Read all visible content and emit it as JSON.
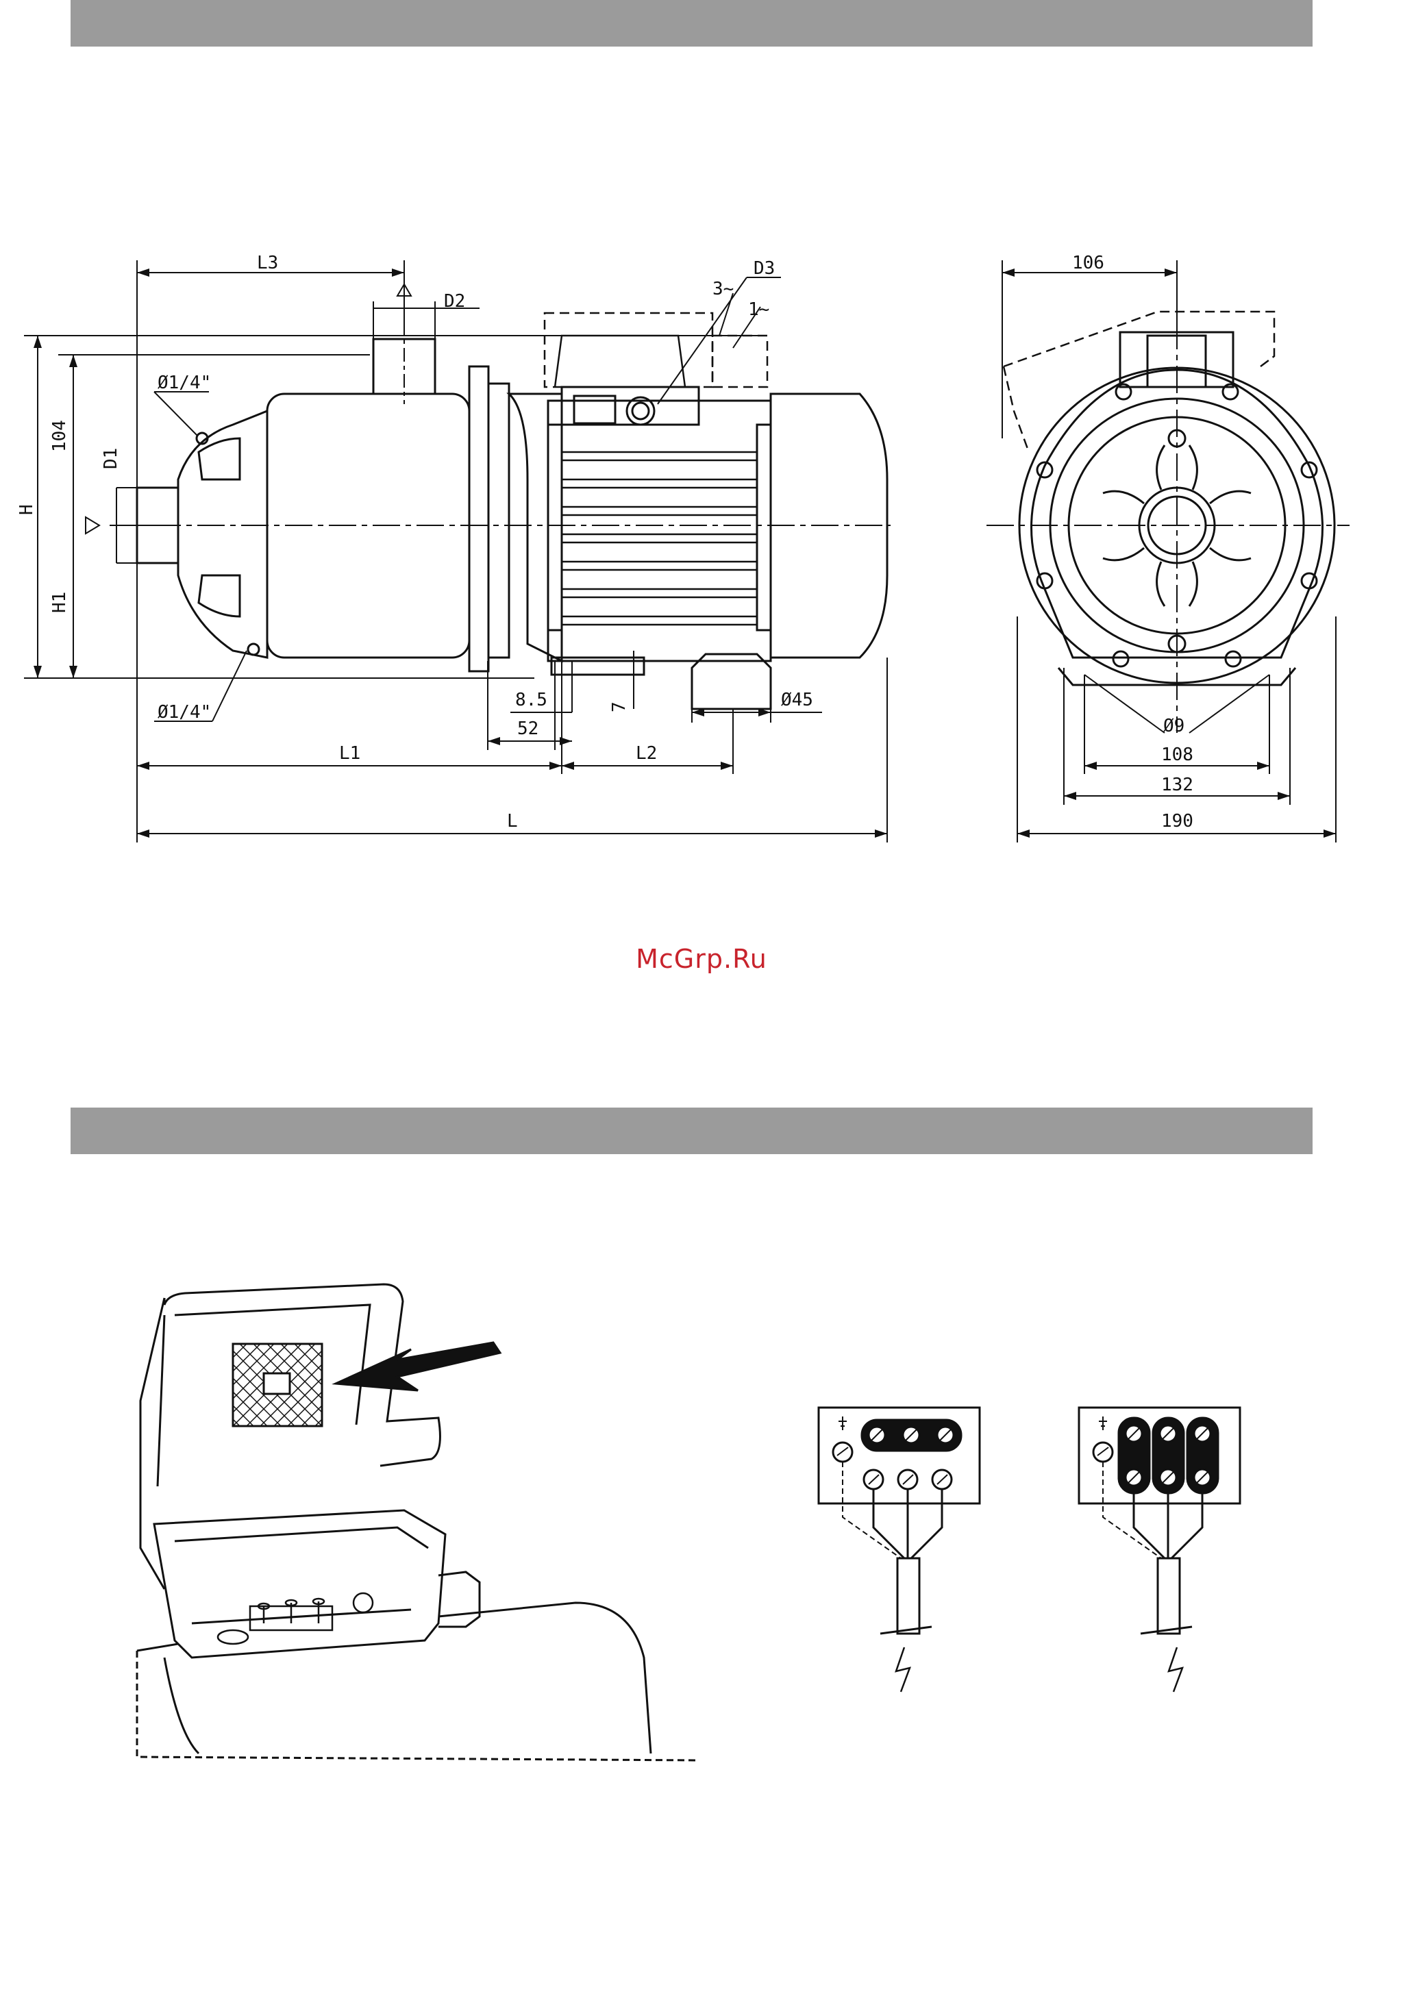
{
  "watermark": "McGrp.Ru",
  "side_view": {
    "labels": {
      "L3": "L3",
      "D2": "D2",
      "D3": "D3",
      "three_phase": "3~",
      "one_phase": "1~",
      "port_top": "Ø1/4\"",
      "port_bottom": "Ø1/4\"",
      "dim_104": "104",
      "D1": "D1",
      "H": "H",
      "H1": "H1",
      "dim_8_5": "8.5",
      "dim_52": "52",
      "dim_7": "7",
      "dim_45": "Ø45",
      "L1": "L1",
      "L2": "L2",
      "L": "L"
    }
  },
  "front_view": {
    "labels": {
      "dim_106": "106",
      "dim_9": "Ø9",
      "dim_108": "108",
      "dim_132": "132",
      "dim_190": "190"
    }
  },
  "colors": {
    "ink": "#111111",
    "bar": "#9b9b9b",
    "watermark": "#c8232c"
  }
}
